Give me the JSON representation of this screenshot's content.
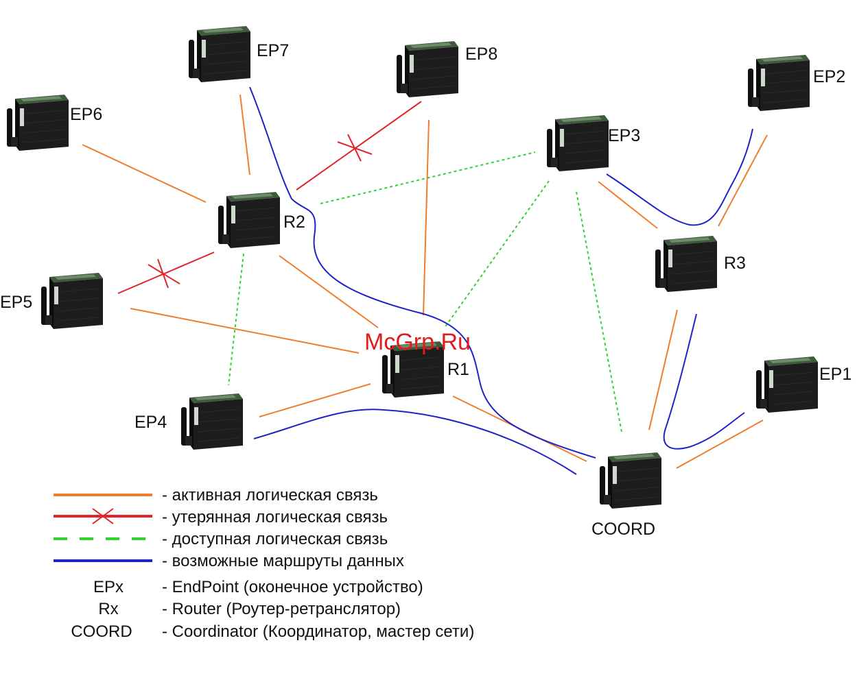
{
  "watermark": "McGrp.Ru",
  "colors": {
    "active": "#f07d2b",
    "lost": "#e3232b",
    "available": "#2fd12f",
    "route": "#1e22c8",
    "device_body": "#1d1d1d",
    "device_top": "#3f5a3d"
  },
  "nodes": {
    "ep7": "EP7",
    "ep8": "EP8",
    "ep6": "EP6",
    "ep2": "EP2",
    "ep3": "EP3",
    "r2": "R2",
    "r3": "R3",
    "ep5": "EP5",
    "r1": "R1",
    "ep1": "EP1",
    "ep4": "EP4",
    "coord": "COORD"
  },
  "legend": {
    "active": "- активная логическая связь",
    "lost": "- утерянная логическая связь",
    "available": "- доступная логическая связь",
    "routes": "- возможные маршруты данных",
    "epx_key": "EPx",
    "epx_desc": "- EndPoint (оконечное устройство)",
    "rx_key": "Rx",
    "rx_desc": "- Router (Роутер-ретранслятор)",
    "coord_key": "COORD",
    "coord_desc": "- Coordinator (Координатор, мастер сети)"
  }
}
